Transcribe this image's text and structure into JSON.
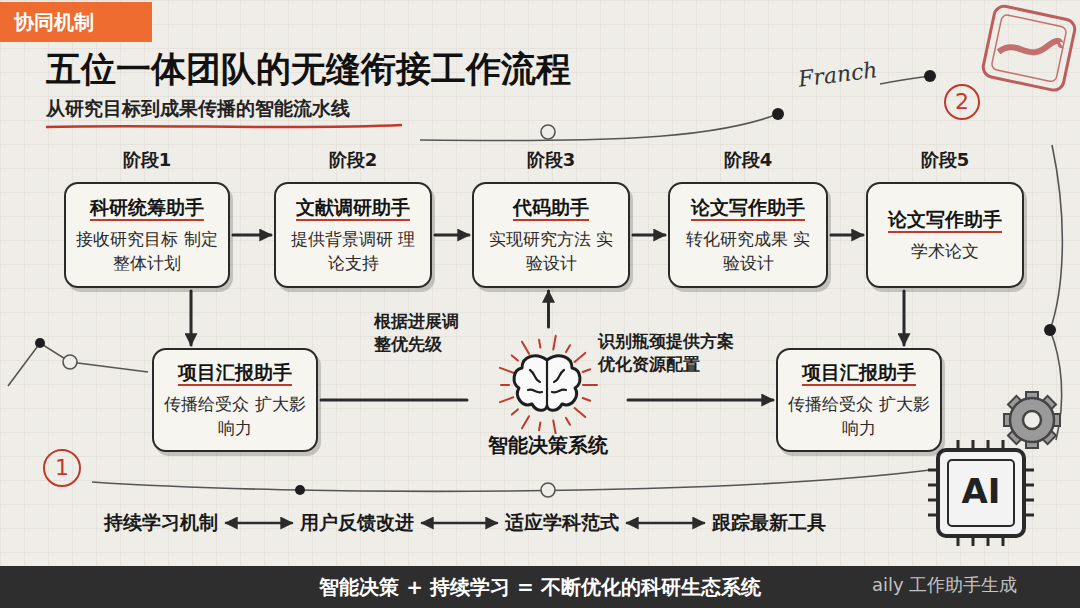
{
  "diagram": {
    "title": "五位一体团队的无缝衔接工作流程",
    "nodes": [
      {
        "text": [
          "协同机制"
        ]
      },
      {
        "text": [
          "阶段1",
          "科研统筹助手",
          "接收研究目标 制定整体计划"
        ]
      },
      {
        "text": [
          "阶段2",
          "文献调研助手",
          "提供背景调研 理论支持"
        ]
      },
      {
        "text": [
          "阶段3",
          "代码助手",
          "实现研究方法 实验设计"
        ]
      },
      {
        "text": [
          "阶段4",
          "论文写作助手",
          "转化研究成果 实验设计"
        ]
      },
      {
        "text": [
          "阶段5",
          "论文写作助手",
          "学术论文"
        ]
      },
      {
        "text": [
          "项目汇报助手",
          "传播给受众 扩大影响力"
        ]
      },
      {
        "text": [
          "智能决策系统"
        ]
      },
      {
        "text": [
          "项目汇报助手",
          "传播给受众 扩大影响力"
        ]
      },
      {
        "text": [
          "持续学习机制"
        ]
      },
      {
        "text": [
          "用户反馈改进"
        ]
      },
      {
        "text": [
          "适应学科范式"
        ]
      },
      {
        "text": [
          "跟踪最新工具"
        ]
      },
      {
        "text": [
          "智能决策 + 持续学习 = 不断优化的科研生态系统"
        ]
      }
    ],
    "edges": [
      {
        "from": 1,
        "to": 2,
        "arrow": "to"
      },
      {
        "from": 2,
        "to": 3,
        "arrow": "to"
      },
      {
        "from": 3,
        "to": 4,
        "arrow": "to"
      },
      {
        "from": 4,
        "to": 5,
        "arrow": "to"
      },
      {
        "from": 1,
        "to": 6,
        "arrow": "to"
      },
      {
        "from": 5,
        "to": 8,
        "arrow": "to"
      },
      {
        "from": 6,
        "to": 7,
        "arrow": "none"
      },
      {
        "from": 7,
        "to": 3,
        "arrow": "to"
      },
      {
        "from": 7,
        "to": 8,
        "arrow": "to"
      },
      {
        "from": 9,
        "to": 10,
        "arrow": "both"
      },
      {
        "from": 10,
        "to": 11,
        "arrow": "both"
      },
      {
        "from": 11,
        "to": 12,
        "arrow": "both"
      }
    ],
    "labels": [
      "从研究目标到成果传播的智能流水线",
      "根据进展调 整优先级",
      "识别瓶颈提供方案 优化资源配置",
      "Franch",
      "2",
      "1",
      "AI",
      "aily 工作助手生成"
    ]
  }
}
